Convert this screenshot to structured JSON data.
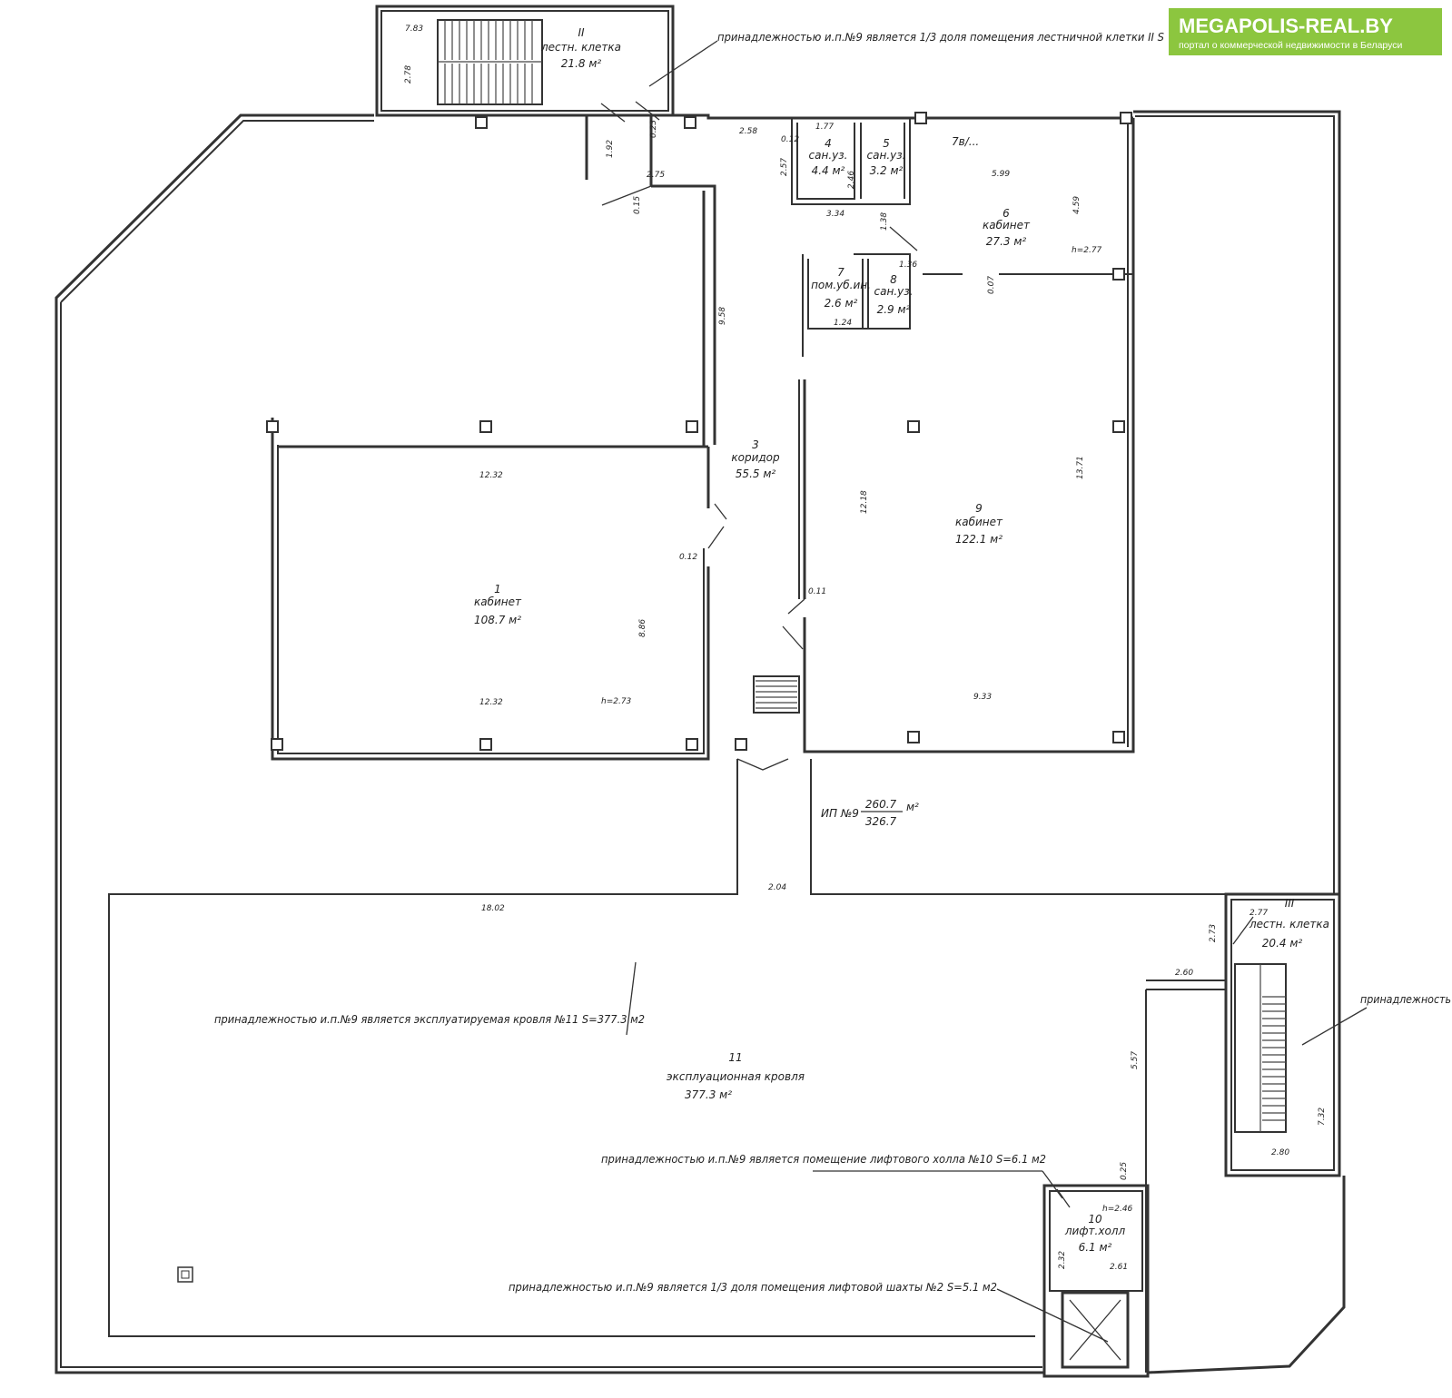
{
  "watermark": {
    "title": "MEGAPOLIS-REAL.BY",
    "subtitle": "портал о коммерческой недвижимости в Беларуси",
    "color": "#8cc63f"
  },
  "rooms": {
    "r1": {
      "num": "1",
      "name": "кабинет",
      "area": "108.7 м²"
    },
    "r3": {
      "num": "3",
      "name": "коридор",
      "area": "55.5 м²"
    },
    "r4": {
      "num": "4",
      "name": "сан.уз.",
      "area": "4.4 м²"
    },
    "r5": {
      "num": "5",
      "name": "сан.уз.",
      "area": "3.2 м²"
    },
    "r6": {
      "num": "6",
      "name": "кабинет",
      "area": "27.3 м²"
    },
    "r7": {
      "num": "7",
      "name": "пом.уб.ин.",
      "area": "2.6 м²"
    },
    "r8": {
      "num": "8",
      "name": "сан.уз.",
      "area": "2.9 м²"
    },
    "r9": {
      "num": "9",
      "name": "кабинет",
      "area": "122.1 м²"
    },
    "r10": {
      "num": "10",
      "name": "лифт.холл",
      "area": "6.1 м²"
    },
    "r11": {
      "num": "11",
      "name": "эксплуационная кровля",
      "area": "377.3 м²"
    },
    "sII": {
      "num": "II",
      "name": "лестн. клетка",
      "area": "21.8 м²"
    },
    "sIII": {
      "num": "III",
      "name": "лестн. клетка",
      "area": "20.4 м²"
    }
  },
  "ip9": {
    "label": "ИП №9",
    "num": "260.7",
    "den": "326.7",
    "unit": "м²"
  },
  "notes": {
    "stair2": "принадлежностью и.п.№9 является 1/3 доля помещения лестничной клетки II S",
    "roof": "принадлежностью и.п.№9 является эксплуатируемая кровля №11 S=377.3 м2",
    "hall": "принадлежностью и.п.№9 является помещение лифтового холла №10 S=6.1 м2",
    "shaft": "принадлежностью и.п.№9 является 1/3 доля помещения лифтовой шахты №2 S=5.1 м2",
    "right": "принадлежность"
  },
  "heights": {
    "h1": "h=2.73",
    "h6": "h=2.77",
    "h10": "h=2.46"
  },
  "handwritten": "7в/...",
  "dims": {
    "d783": "7.83",
    "d278": "2.78",
    "d192": "1.92",
    "d023": "0.23",
    "d275": "2.75",
    "d015": "0.15",
    "d958": "9.58",
    "d258": "2.58",
    "d012a": "0.12",
    "d177": "1.77",
    "d257": "2.57",
    "d246": "2.46",
    "d334": "3.34",
    "d138": "1.38",
    "d136": "1.36",
    "d124": "1.24",
    "d599": "5.99",
    "d459": "4.59",
    "d007": "0.07",
    "d1232a": "12.32",
    "d012b": "0.12",
    "d886": "8.86",
    "d1232b": "12.32",
    "d1218": "12.18",
    "d1371": "13.71",
    "d011": "0.11",
    "d933": "9.33",
    "d204": "2.04",
    "d1802": "18.02",
    "d277": "2.77",
    "d273": "2.73",
    "d260": "2.60",
    "d557": "5.57",
    "d732": "7.32",
    "d280": "2.80",
    "d025": "0.25",
    "d232": "2.32",
    "d261": "2.61"
  }
}
